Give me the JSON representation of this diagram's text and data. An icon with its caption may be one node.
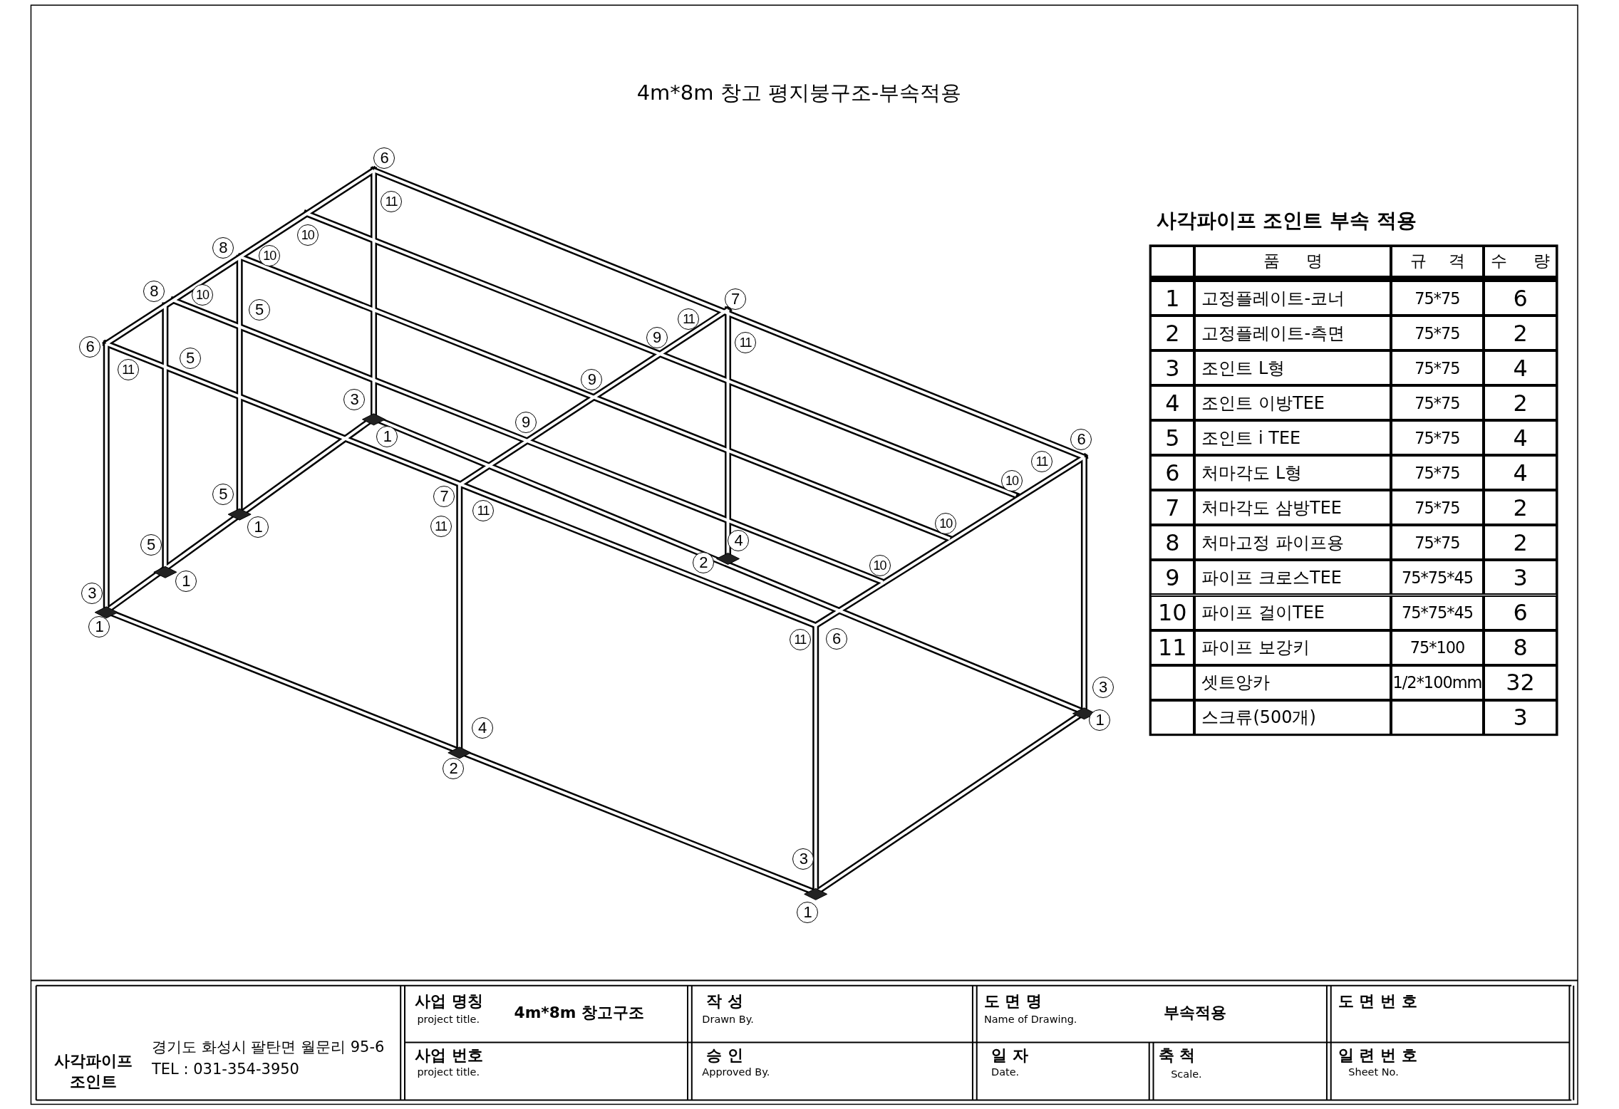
{
  "diagram": {
    "title": "4m*8m 창고 평지붕구조-부속적용",
    "labels": [
      "6",
      "11",
      "8",
      "10",
      "10",
      "8",
      "10",
      "5",
      "11",
      "7",
      "6",
      "11",
      "5",
      "9",
      "11",
      "9",
      "3",
      "1",
      "9",
      "6",
      "11",
      "10",
      "5",
      "1",
      "11",
      "7",
      "11",
      "10",
      "5",
      "2",
      "4",
      "10",
      "3",
      "1",
      "1",
      "11",
      "6",
      "3",
      "4",
      "1",
      "2",
      "3",
      "1",
      "사각파이프 조인트 부속 적용",
      "품 명",
      "규 격",
      "수 량",
      "1",
      "고정플레이트-코너",
      "75*75",
      "6",
      "2",
      "고정플레이트-측면",
      "75*75",
      "2",
      "3",
      "조인트 L형",
      "75*75",
      "4",
      "4",
      "조인트 이방TEE",
      "75*75",
      "2",
      "5",
      "조인트 i TEE",
      "75*75",
      "4",
      "6",
      "처마각도 L형",
      "75*75",
      "4",
      "7",
      "처마각도 삼방TEE",
      "75*75",
      "2",
      "8",
      "처마고정 파이프용",
      "75*75",
      "2",
      "9",
      "파이프 크로스TEE",
      "75*75*45",
      "3",
      "10",
      "파이프 걸이TEE",
      "75*75*45",
      "6",
      "11",
      "파이프 보강키",
      "75*100",
      "8",
      "셋트앙카",
      "1/2*100mm",
      "32",
      "스크류(500개)",
      "3",
      "사각파이프 조인트",
      "경기도 화성시 팔탄면 월문리 95-6",
      "TEL : 031-354-3950",
      "사업 명칭",
      "project title.",
      "4m*8m 창고구조",
      "작 성",
      "Drawn By.",
      "도 면 명",
      "Name of Drawing.",
      "부속적용",
      "도 면 번 호",
      "사업 번호",
      "project title.",
      "승 인",
      "Approved By.",
      "일 자",
      "Date.",
      "축 척",
      "Scale.",
      "일 련 번 호",
      "Sheet No."
    ]
  }
}
